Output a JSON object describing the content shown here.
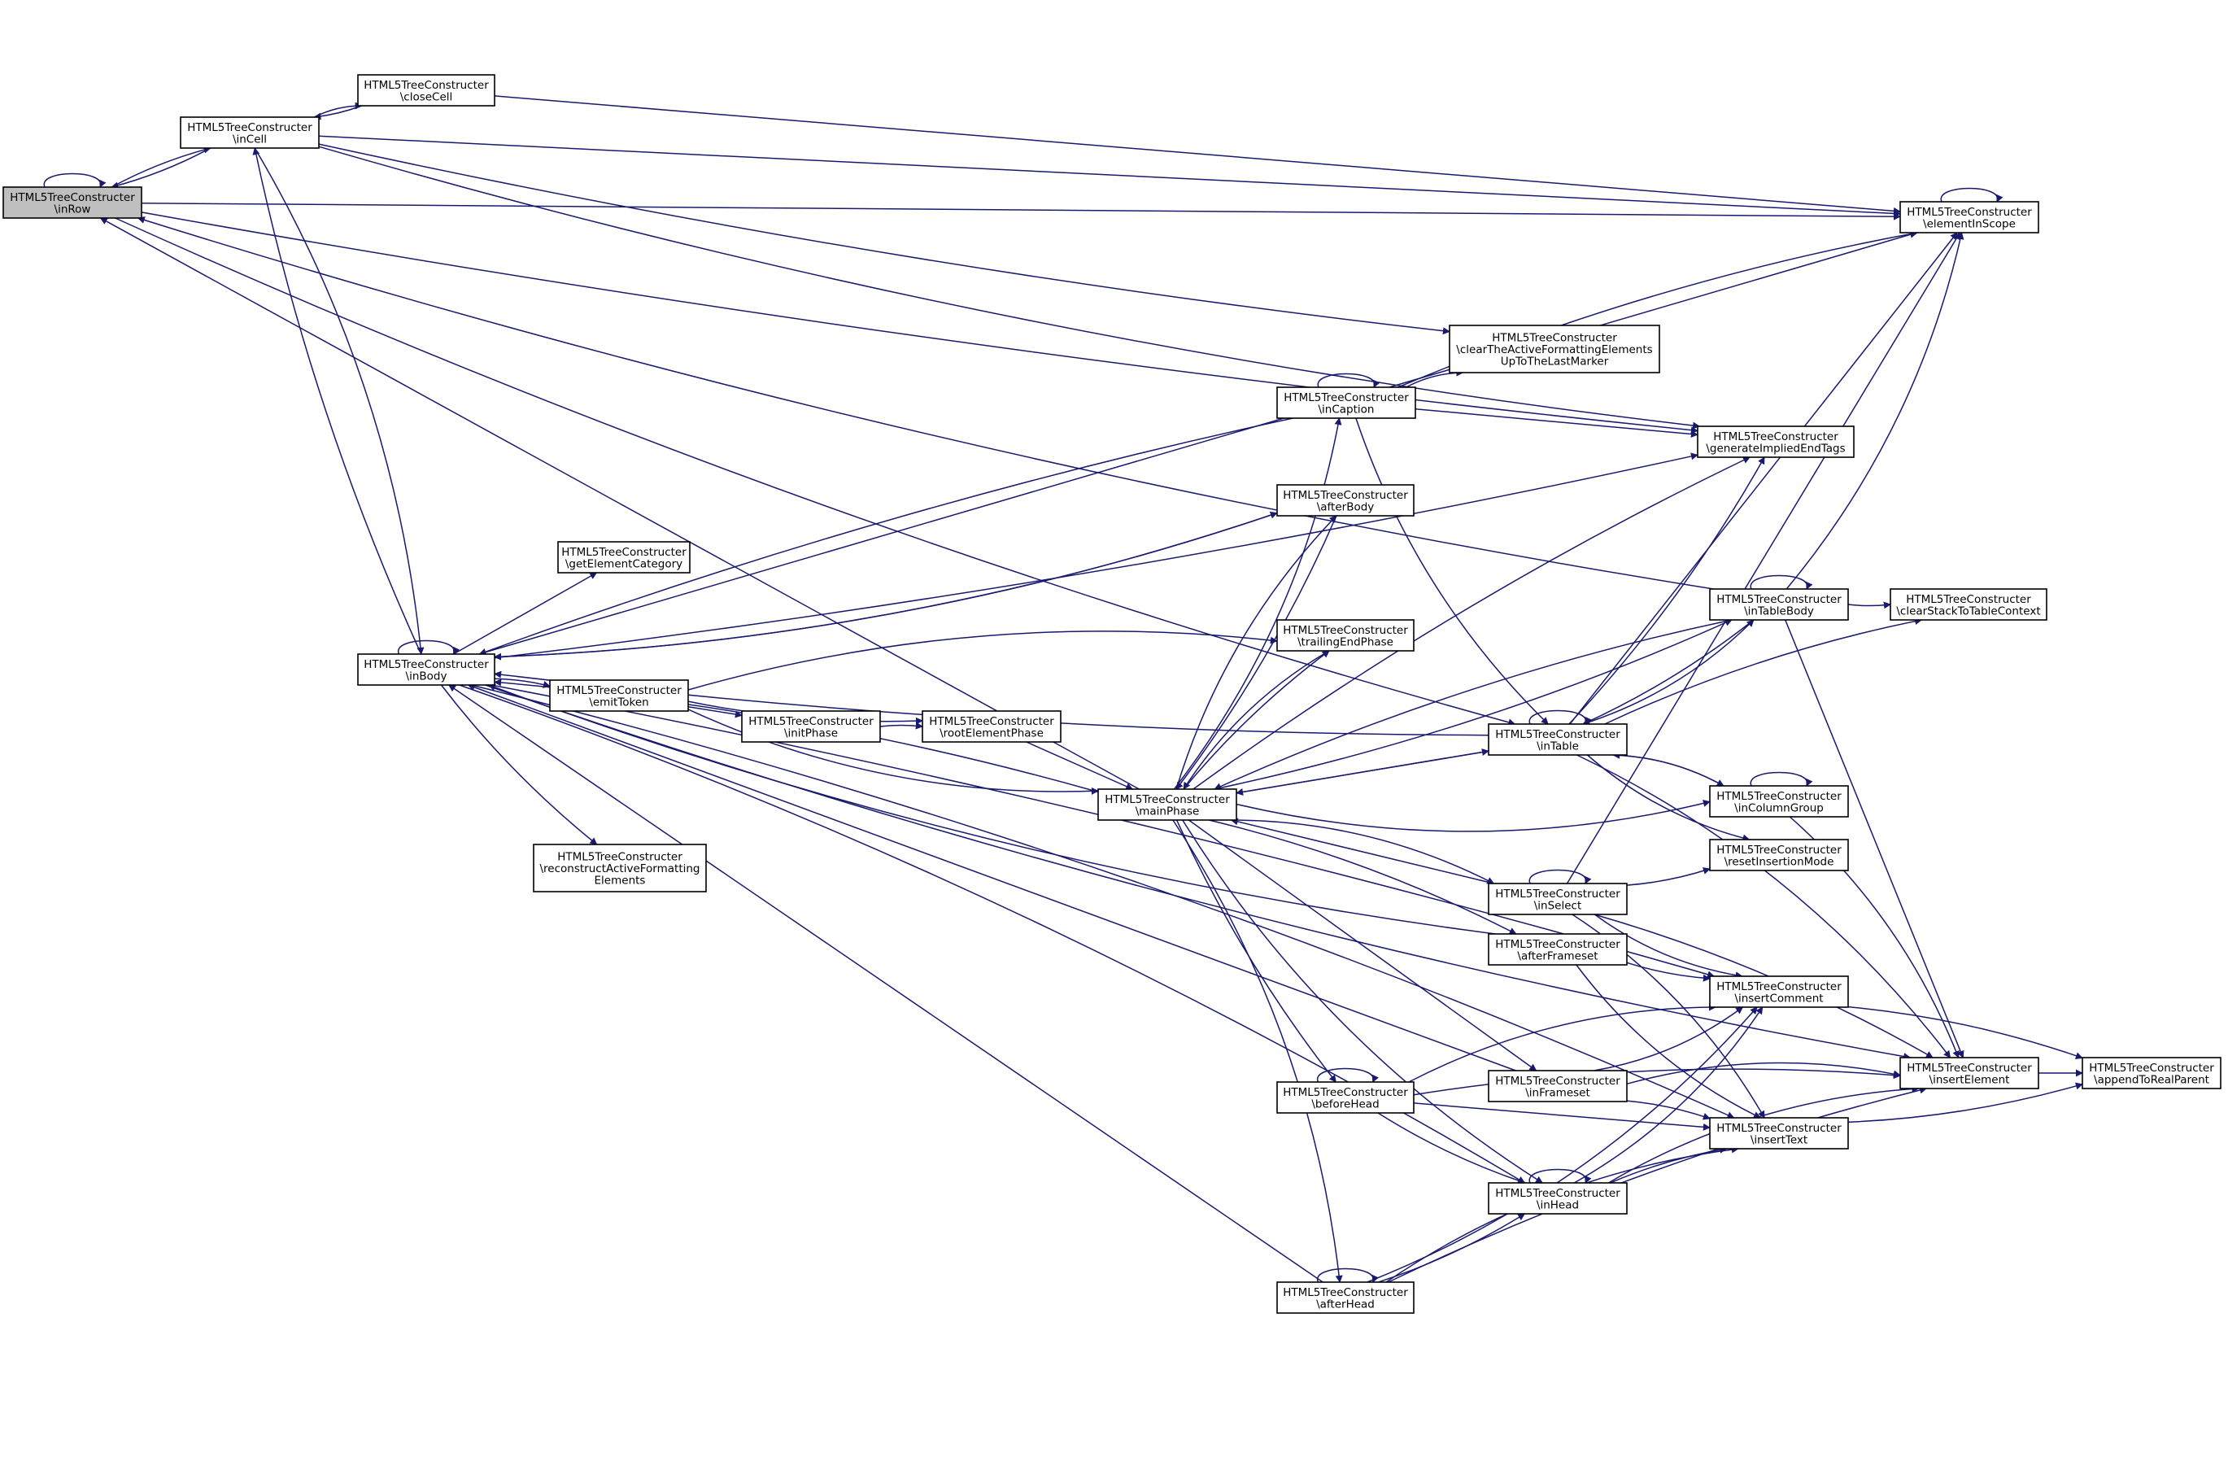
{
  "diagram": {
    "edge_color": "#191970",
    "highlight_fill": "#bfbfbf",
    "nodes": {
      "inRow": {
        "lines": [
          "HTML5TreeConstructer",
          "\\inRow"
        ],
        "current": true
      },
      "inCell": {
        "lines": [
          "HTML5TreeConstructer",
          "\\inCell"
        ]
      },
      "closeCell": {
        "lines": [
          "HTML5TreeConstructer",
          "\\closeCell"
        ]
      },
      "elementInScope": {
        "lines": [
          "HTML5TreeConstructer",
          "\\elementInScope"
        ]
      },
      "clearActive": {
        "lines": [
          "HTML5TreeConstructer",
          "\\clearTheActiveFormattingElements",
          "UpToTheLastMarker"
        ]
      },
      "inCaption": {
        "lines": [
          "HTML5TreeConstructer",
          "\\inCaption"
        ]
      },
      "generateImplied": {
        "lines": [
          "HTML5TreeConstructer",
          "\\generateImpliedEndTags"
        ]
      },
      "afterBody": {
        "lines": [
          "HTML5TreeConstructer",
          "\\afterBody"
        ]
      },
      "getElementCategory": {
        "lines": [
          "HTML5TreeConstructer",
          "\\getElementCategory"
        ]
      },
      "inTableBody": {
        "lines": [
          "HTML5TreeConstructer",
          "\\inTableBody"
        ]
      },
      "clearStack": {
        "lines": [
          "HTML5TreeConstructer",
          "\\clearStackToTableContext"
        ]
      },
      "trailingEnd": {
        "lines": [
          "HTML5TreeConstructer",
          "\\trailingEndPhase"
        ]
      },
      "inBody": {
        "lines": [
          "HTML5TreeConstructer",
          "\\inBody"
        ]
      },
      "emitToken": {
        "lines": [
          "HTML5TreeConstructer",
          "\\emitToken"
        ]
      },
      "initPhase": {
        "lines": [
          "HTML5TreeConstructer",
          "\\initPhase"
        ]
      },
      "rootElementPhase": {
        "lines": [
          "HTML5TreeConstructer",
          "\\rootElementPhase"
        ]
      },
      "inTable": {
        "lines": [
          "HTML5TreeConstructer",
          "\\inTable"
        ]
      },
      "mainPhase": {
        "lines": [
          "HTML5TreeConstructer",
          "\\mainPhase"
        ]
      },
      "inColumnGroup": {
        "lines": [
          "HTML5TreeConstructer",
          "\\inColumnGroup"
        ]
      },
      "reconstructActive": {
        "lines": [
          "HTML5TreeConstructer",
          "\\reconstructActiveFormatting",
          "Elements"
        ]
      },
      "resetInsertion": {
        "lines": [
          "HTML5TreeConstructer",
          "\\resetInsertionMode"
        ]
      },
      "inSelect": {
        "lines": [
          "HTML5TreeConstructer",
          "\\inSelect"
        ]
      },
      "afterFrameset": {
        "lines": [
          "HTML5TreeConstructer",
          "\\afterFrameset"
        ]
      },
      "insertComment": {
        "lines": [
          "HTML5TreeConstructer",
          "\\insertComment"
        ]
      },
      "insertElement": {
        "lines": [
          "HTML5TreeConstructer",
          "\\insertElement"
        ]
      },
      "appendToRealParent": {
        "lines": [
          "HTML5TreeConstructer",
          "\\appendToRealParent"
        ]
      },
      "beforeHead": {
        "lines": [
          "HTML5TreeConstructer",
          "\\beforeHead"
        ]
      },
      "inFrameset": {
        "lines": [
          "HTML5TreeConstructer",
          "\\inFrameset"
        ]
      },
      "insertText": {
        "lines": [
          "HTML5TreeConstructer",
          "\\insertText"
        ]
      },
      "inHead": {
        "lines": [
          "HTML5TreeConstructer",
          "\\inHead"
        ]
      },
      "afterHead": {
        "lines": [
          "HTML5TreeConstructer",
          "\\afterHead"
        ]
      }
    },
    "edges": [
      [
        "inRow",
        "inRow"
      ],
      [
        "inRow",
        "inCell"
      ],
      [
        "inRow",
        "elementInScope"
      ],
      [
        "inRow",
        "generateImplied"
      ],
      [
        "inRow",
        "inTable"
      ],
      [
        "inCell",
        "closeCell"
      ],
      [
        "inCell",
        "inRow"
      ],
      [
        "inCell",
        "elementInScope"
      ],
      [
        "inCell",
        "clearActive"
      ],
      [
        "inCell",
        "generateImplied"
      ],
      [
        "inCell",
        "inBody"
      ],
      [
        "closeCell",
        "inCell"
      ],
      [
        "closeCell",
        "elementInScope"
      ],
      [
        "elementInScope",
        "elementInScope"
      ],
      [
        "inCaption",
        "inCaption"
      ],
      [
        "inCaption",
        "clearActive"
      ],
      [
        "inCaption",
        "elementInScope"
      ],
      [
        "inCaption",
        "generateImplied"
      ],
      [
        "inCaption",
        "inBody"
      ],
      [
        "inCaption",
        "inTable"
      ],
      [
        "afterBody",
        "inBody"
      ],
      [
        "afterBody",
        "mainPhase"
      ],
      [
        "inTableBody",
        "inTableBody"
      ],
      [
        "inTableBody",
        "clearStack"
      ],
      [
        "inTableBody",
        "elementInScope"
      ],
      [
        "inTableBody",
        "inRow"
      ],
      [
        "inTableBody",
        "inTable"
      ],
      [
        "inTableBody",
        "insertElement"
      ],
      [
        "inTableBody",
        "mainPhase"
      ],
      [
        "trailingEnd",
        "mainPhase"
      ],
      [
        "inBody",
        "inBody"
      ],
      [
        "inBody",
        "emitToken"
      ],
      [
        "inBody",
        "getElementCategory"
      ],
      [
        "inBody",
        "reconstructActive"
      ],
      [
        "inBody",
        "insertElement"
      ],
      [
        "inBody",
        "insertText"
      ],
      [
        "inBody",
        "insertComment"
      ],
      [
        "inBody",
        "elementInScope"
      ],
      [
        "inBody",
        "generateImplied"
      ],
      [
        "inBody",
        "afterBody"
      ],
      [
        "inBody",
        "inHead"
      ],
      [
        "inBody",
        "inCell"
      ],
      [
        "emitToken",
        "initPhase"
      ],
      [
        "emitToken",
        "rootElementPhase"
      ],
      [
        "emitToken",
        "mainPhase"
      ],
      [
        "emitToken",
        "trailingEnd"
      ],
      [
        "initPhase",
        "rootElementPhase"
      ],
      [
        "rootElementPhase",
        "mainPhase"
      ],
      [
        "inTable",
        "inTable"
      ],
      [
        "inTable",
        "inTableBody"
      ],
      [
        "inTable",
        "inColumnGroup"
      ],
      [
        "inTable",
        "clearStack"
      ],
      [
        "inTable",
        "elementInScope"
      ],
      [
        "inTable",
        "generateImplied"
      ],
      [
        "inTable",
        "resetInsertion"
      ],
      [
        "inTable",
        "insertElement"
      ],
      [
        "inTable",
        "inBody"
      ],
      [
        "inTable",
        "mainPhase"
      ],
      [
        "mainPhase",
        "inBody"
      ],
      [
        "mainPhase",
        "inCaption"
      ],
      [
        "mainPhase",
        "afterBody"
      ],
      [
        "mainPhase",
        "trailingEnd"
      ],
      [
        "mainPhase",
        "inTable"
      ],
      [
        "mainPhase",
        "inTableBody"
      ],
      [
        "mainPhase",
        "inColumnGroup"
      ],
      [
        "mainPhase",
        "inSelect"
      ],
      [
        "mainPhase",
        "afterFrameset"
      ],
      [
        "mainPhase",
        "inFrameset"
      ],
      [
        "mainPhase",
        "beforeHead"
      ],
      [
        "mainPhase",
        "inHead"
      ],
      [
        "mainPhase",
        "afterHead"
      ],
      [
        "mainPhase",
        "generateImplied"
      ],
      [
        "mainPhase",
        "inRow"
      ],
      [
        "inColumnGroup",
        "inColumnGroup"
      ],
      [
        "inColumnGroup",
        "inTable"
      ],
      [
        "inColumnGroup",
        "insertElement"
      ],
      [
        "inSelect",
        "inSelect"
      ],
      [
        "inSelect",
        "mainPhase"
      ],
      [
        "inSelect",
        "resetInsertion"
      ],
      [
        "inSelect",
        "insertComment"
      ],
      [
        "inSelect",
        "insertText"
      ],
      [
        "inSelect",
        "insertElement"
      ],
      [
        "inSelect",
        "elementInScope"
      ],
      [
        "afterFrameset",
        "insertComment"
      ],
      [
        "afterFrameset",
        "insertText"
      ],
      [
        "afterFrameset",
        "inBody"
      ],
      [
        "insertComment",
        "appendToRealParent"
      ],
      [
        "insertElement",
        "appendToRealParent"
      ],
      [
        "insertText",
        "appendToRealParent"
      ],
      [
        "beforeHead",
        "beforeHead"
      ],
      [
        "beforeHead",
        "insertComment"
      ],
      [
        "beforeHead",
        "insertElement"
      ],
      [
        "beforeHead",
        "insertText"
      ],
      [
        "beforeHead",
        "inHead"
      ],
      [
        "inFrameset",
        "insertComment"
      ],
      [
        "inFrameset",
        "insertElement"
      ],
      [
        "inFrameset",
        "insertText"
      ],
      [
        "inFrameset",
        "inBody"
      ],
      [
        "inHead",
        "inHead"
      ],
      [
        "inHead",
        "insertComment"
      ],
      [
        "inHead",
        "insertElement"
      ],
      [
        "inHead",
        "insertText"
      ],
      [
        "afterHead",
        "afterHead"
      ],
      [
        "afterHead",
        "inHead"
      ],
      [
        "afterHead",
        "insertComment"
      ],
      [
        "afterHead",
        "insertText"
      ],
      [
        "afterHead",
        "insertElement"
      ],
      [
        "afterHead",
        "inBody"
      ]
    ]
  }
}
